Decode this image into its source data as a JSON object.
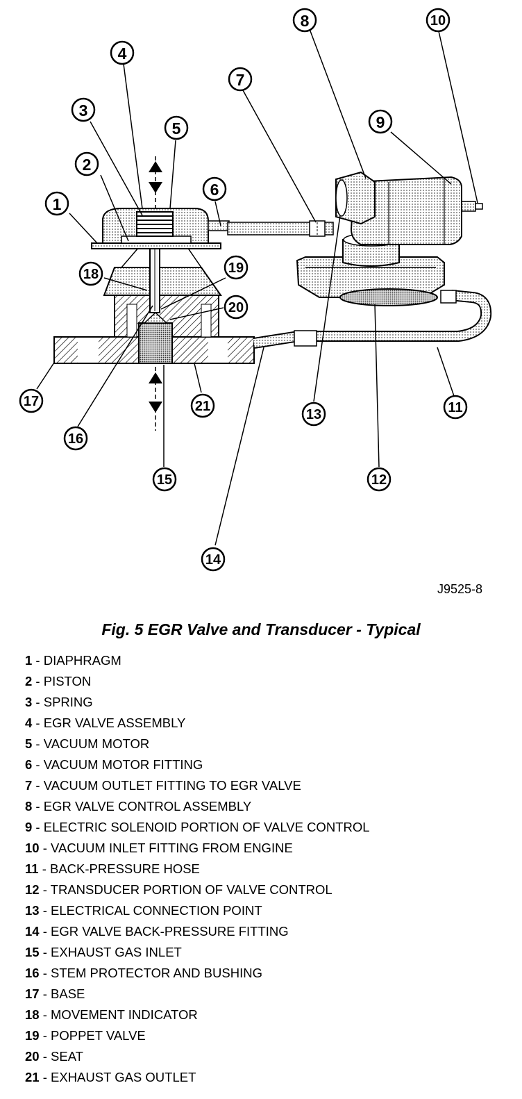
{
  "figure_id": "J9525-8",
  "caption": "Fig. 5 EGR Valve and Transducer - Typical",
  "callout_numbers": [
    "1",
    "2",
    "3",
    "4",
    "5",
    "6",
    "7",
    "8",
    "9",
    "10",
    "11",
    "12",
    "13",
    "14",
    "15",
    "16",
    "17",
    "18",
    "19",
    "20",
    "21"
  ],
  "legend": [
    {
      "num": "1",
      "text": " - DIAPHRAGM"
    },
    {
      "num": "2",
      "text": " - PISTON"
    },
    {
      "num": "3",
      "text": " - SPRING"
    },
    {
      "num": "4",
      "text": " - EGR VALVE ASSEMBLY"
    },
    {
      "num": "5",
      "text": " - VACUUM MOTOR"
    },
    {
      "num": "6",
      "text": " - VACUUM MOTOR FITTING"
    },
    {
      "num": "7",
      "text": " - VACUUM OUTLET FITTING TO EGR VALVE"
    },
    {
      "num": "8",
      "text": " - EGR VALVE CONTROL ASSEMBLY"
    },
    {
      "num": "9",
      "text": " - ELECTRIC SOLENOID PORTION OF VALVE CONTROL"
    },
    {
      "num": "10",
      "text": " - VACUUM INLET FITTING FROM ENGINE"
    },
    {
      "num": "11",
      "text": " - BACK-PRESSURE HOSE"
    },
    {
      "num": "12",
      "text": " - TRANSDUCER PORTION OF VALVE CONTROL"
    },
    {
      "num": "13",
      "text": " - ELECTRICAL CONNECTION POINT"
    },
    {
      "num": "14",
      "text": " - EGR VALVE BACK-PRESSURE FITTING"
    },
    {
      "num": "15",
      "text": " - EXHAUST GAS INLET"
    },
    {
      "num": "16",
      "text": " - STEM PROTECTOR AND BUSHING"
    },
    {
      "num": "17",
      "text": " - BASE"
    },
    {
      "num": "18",
      "text": " - MOVEMENT INDICATOR"
    },
    {
      "num": "19",
      "text": " - POPPET VALVE"
    },
    {
      "num": "20",
      "text": " - SEAT"
    },
    {
      "num": "21",
      "text": " - EXHAUST GAS OUTLET"
    }
  ]
}
